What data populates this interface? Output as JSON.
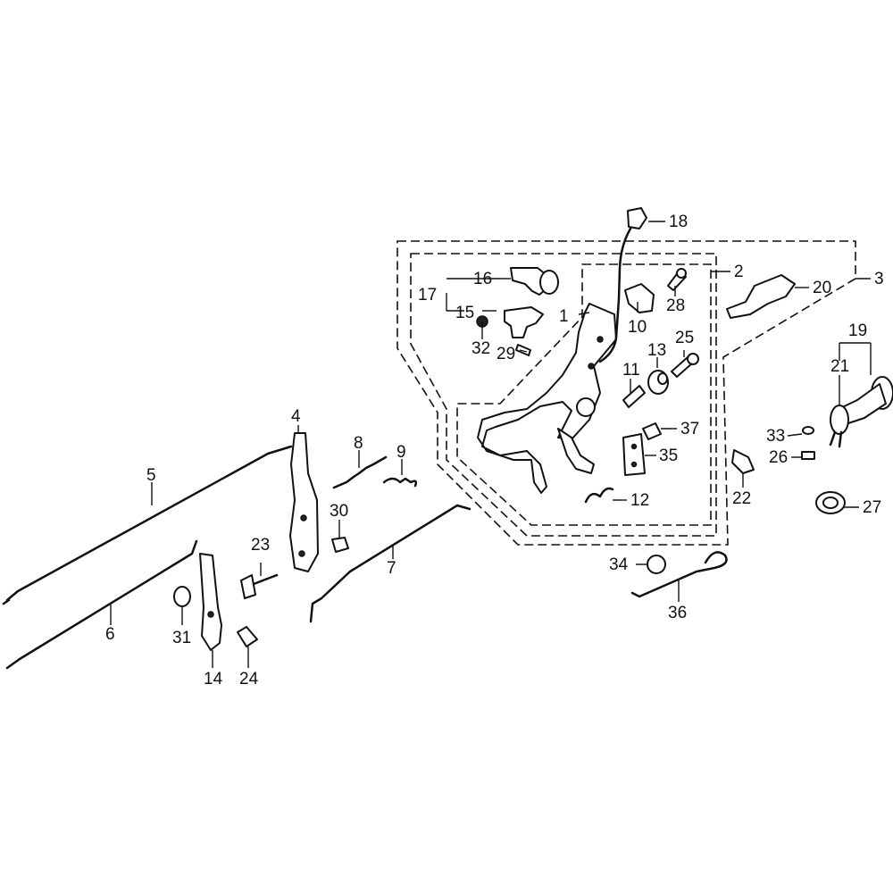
{
  "diagram": {
    "callouts": {
      "c1": "1",
      "c2": "2",
      "c3": "3",
      "c4": "4",
      "c5": "5",
      "c6": "6",
      "c7": "7",
      "c8": "8",
      "c9": "9",
      "c10": "10",
      "c11": "11",
      "c12": "12",
      "c13": "13",
      "c14": "14",
      "c15": "15",
      "c16": "16",
      "c17": "17",
      "c18": "18",
      "c19": "19",
      "c20": "20",
      "c21": "21",
      "c22": "22",
      "c23": "23",
      "c24": "24",
      "c25": "25",
      "c26": "26",
      "c27": "27",
      "c28": "28",
      "c29": "29",
      "c30": "30",
      "c31": "31",
      "c32": "32",
      "c33": "33",
      "c34": "34",
      "c35": "35",
      "c36": "36",
      "c37": "37"
    }
  }
}
